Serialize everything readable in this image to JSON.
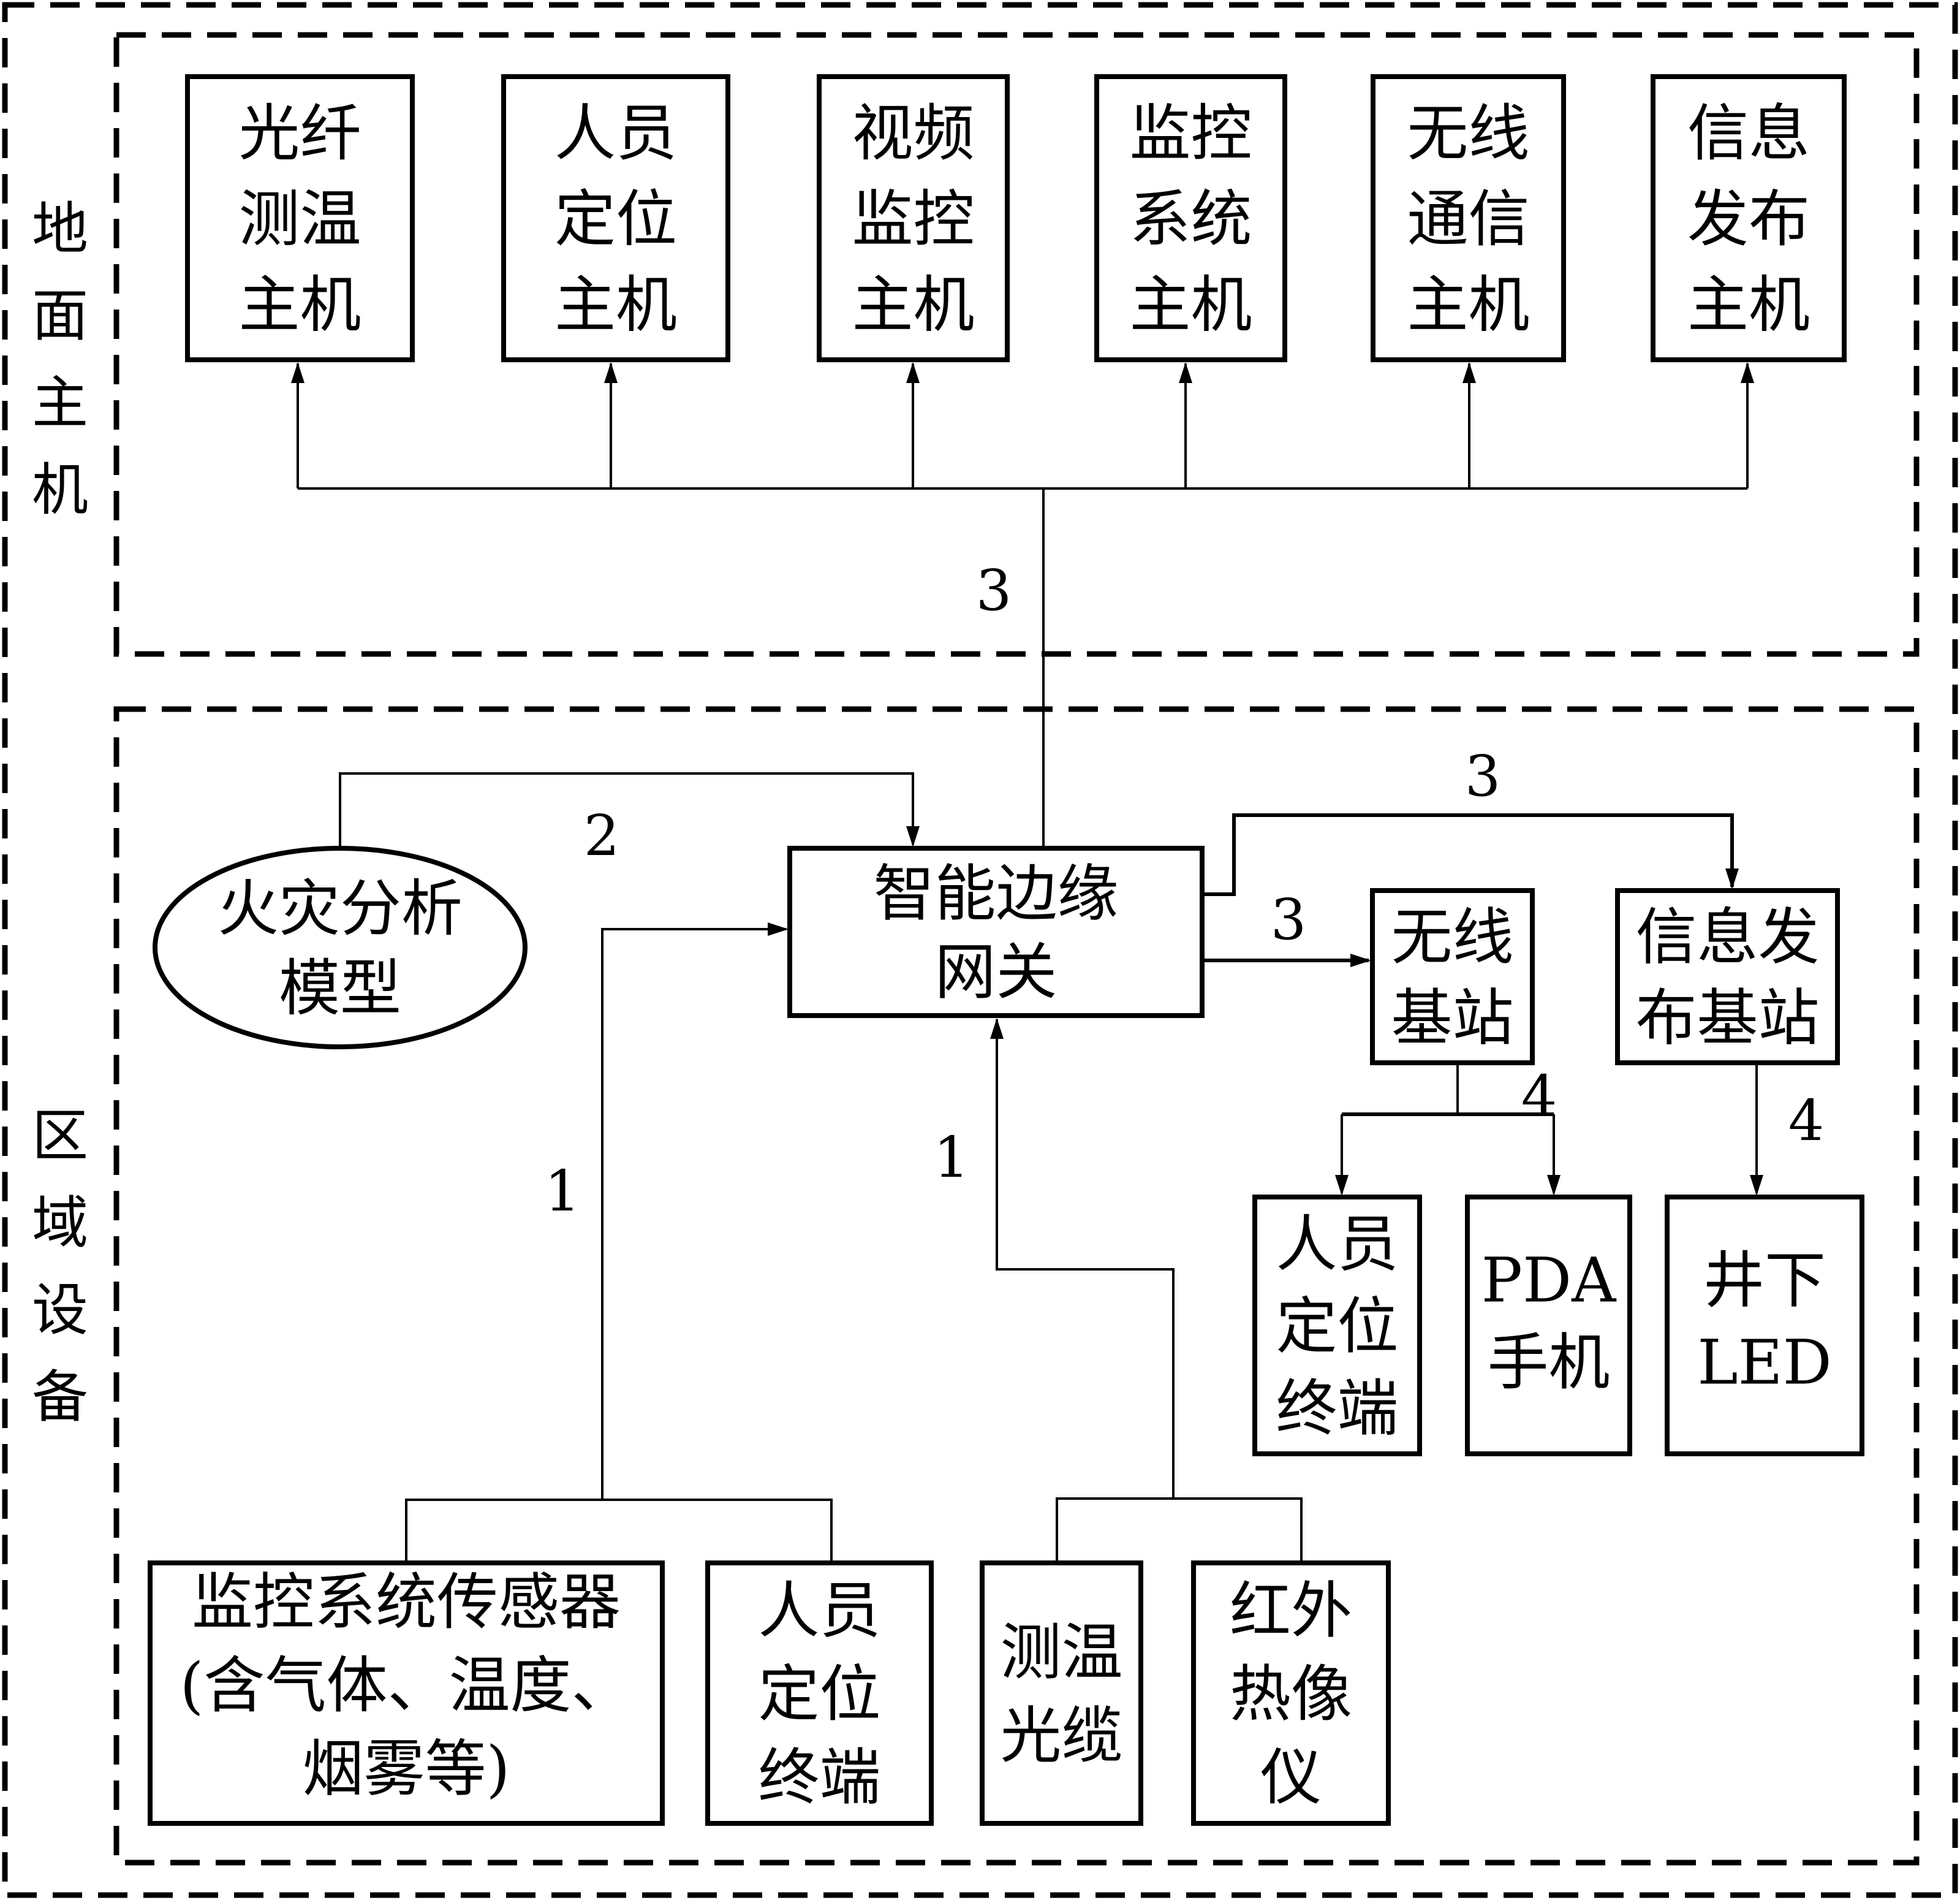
{
  "diagram": {
    "colors": {
      "line": "#000000",
      "background": "#ffffff"
    },
    "regions": {
      "ground": {
        "label_chars": [
          "地",
          "面",
          "主",
          "机"
        ]
      },
      "area": {
        "label_chars": [
          "区",
          "域",
          "设",
          "备"
        ]
      }
    },
    "ground_hosts": [
      {
        "id": "fiber-temp-host",
        "lines": [
          "光纤",
          "测温",
          "主机"
        ]
      },
      {
        "id": "personnel-positioning-host",
        "lines": [
          "人员",
          "定位",
          "主机"
        ]
      },
      {
        "id": "video-monitoring-host",
        "lines": [
          "视频",
          "监控",
          "主机"
        ]
      },
      {
        "id": "monitoring-system-host",
        "lines": [
          "监控",
          "系统",
          "主机"
        ]
      },
      {
        "id": "wireless-communication-host",
        "lines": [
          "无线",
          "通信",
          "主机"
        ]
      },
      {
        "id": "info-publishing-host",
        "lines": [
          "信息",
          "发布",
          "主机"
        ]
      }
    ],
    "fire_model": {
      "lines": [
        "火灾分析",
        "模型"
      ]
    },
    "gateway": {
      "lines": [
        "智能边缘",
        "网关"
      ]
    },
    "wireless_base": {
      "lines": [
        "无线",
        "基站"
      ]
    },
    "info_base": {
      "lines": [
        "信息发",
        "布基站"
      ]
    },
    "terminals": [
      {
        "id": "personnel-terminal",
        "lines": [
          "人员",
          "定位",
          "终端"
        ]
      },
      {
        "id": "pda-phone",
        "lines": [
          "PDA",
          "手机"
        ]
      },
      {
        "id": "underground-led",
        "lines": [
          "井下",
          "LED"
        ]
      }
    ],
    "sensors": [
      {
        "id": "monitoring-sensors",
        "lines": [
          "监控系统传感器",
          "(含气体、温度、",
          "烟雾等)"
        ]
      },
      {
        "id": "personnel-terminal-bottom",
        "lines": [
          "人员",
          "定位",
          "终端"
        ]
      },
      {
        "id": "temp-cable",
        "lines": [
          "测温",
          "光缆"
        ]
      },
      {
        "id": "infrared-camera",
        "lines": [
          "红外",
          "热像",
          "仪"
        ]
      }
    ],
    "link_labels": {
      "gateway_to_ground": "3",
      "model_to_gateway": "2",
      "sensors_left_to_gateway": "1",
      "sensors_right_to_gateway": "1",
      "gateway_to_info_base": "3",
      "gateway_to_wireless_base": "3",
      "wireless_base_to_terminals": "4",
      "info_base_to_led": "4"
    }
  }
}
